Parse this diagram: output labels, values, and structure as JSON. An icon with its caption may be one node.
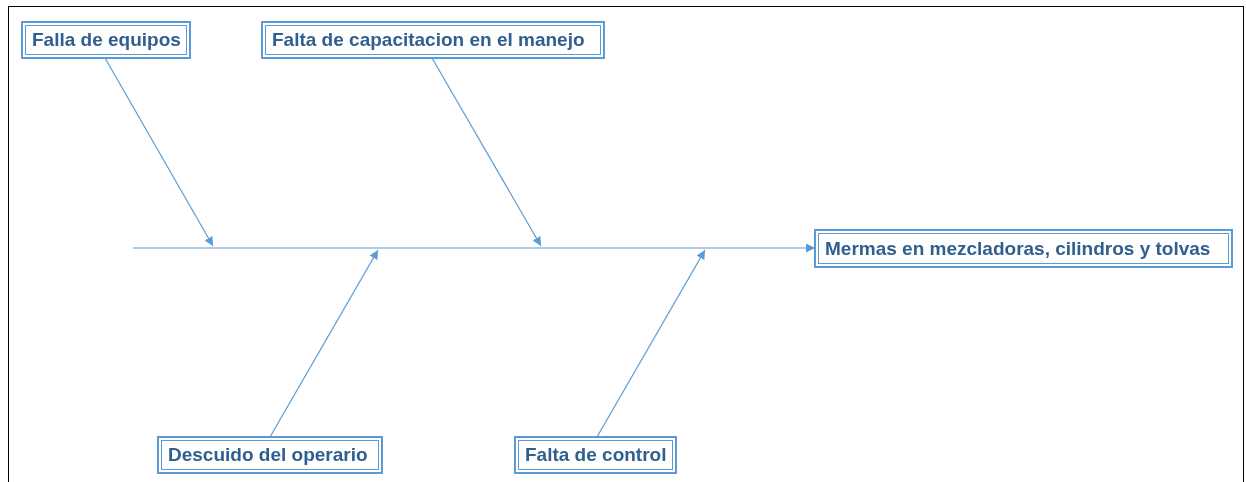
{
  "diagram": {
    "nodes": [
      {
        "text": [
          "Falla de equipos"
        ]
      },
      {
        "text": [
          "Falta de capacitacion en el manejo"
        ]
      },
      {
        "text": [
          "Mermas en mezcladoras, cilindros y tolvas"
        ]
      },
      {
        "text": [
          "Descuido del operario"
        ]
      },
      {
        "text": [
          "Falta de control"
        ]
      }
    ],
    "edges": [
      {
        "from": null,
        "to": 2,
        "arrow": "to"
      },
      {
        "from": 0,
        "to": null,
        "arrow": "to"
      },
      {
        "from": 1,
        "to": null,
        "arrow": "to"
      },
      {
        "from": 3,
        "to": null,
        "arrow": "to"
      },
      {
        "from": 4,
        "to": null,
        "arrow": "to"
      }
    ]
  }
}
